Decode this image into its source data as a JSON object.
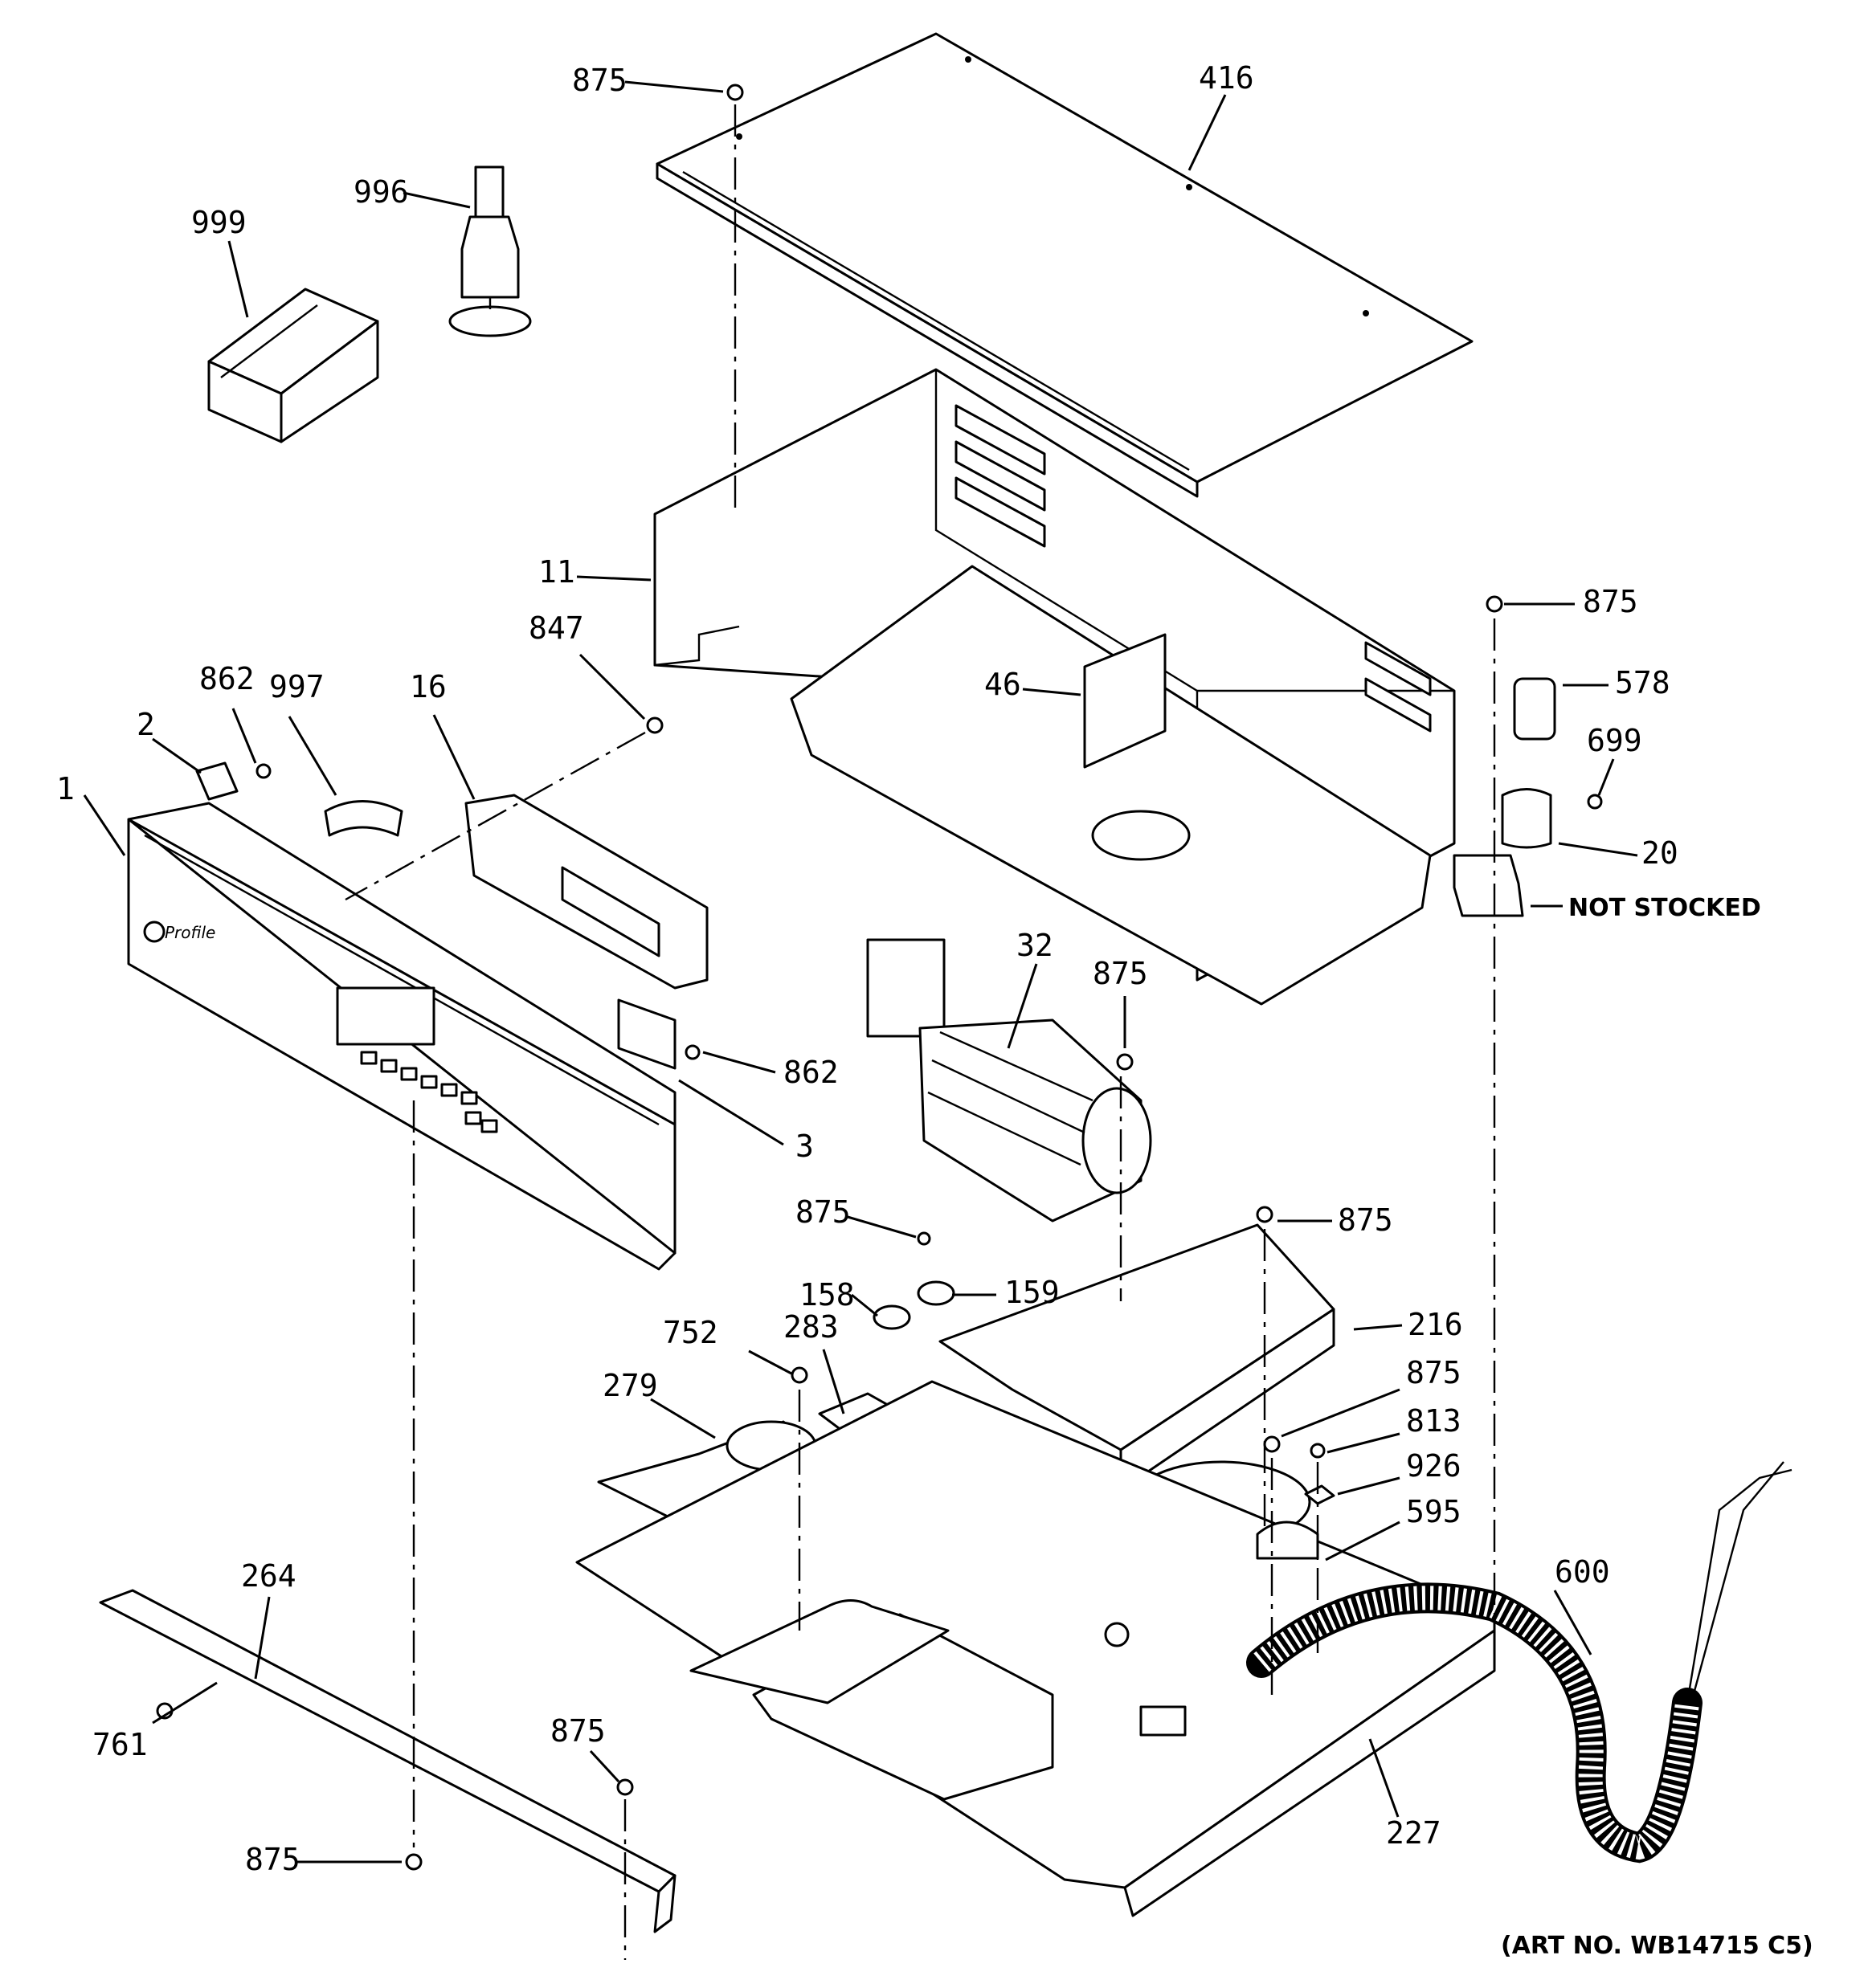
{
  "diagram": {
    "callouts": [
      {
        "id": "875",
        "text": "875"
      },
      {
        "id": "416",
        "text": "416"
      },
      {
        "id": "996",
        "text": "996"
      },
      {
        "id": "999",
        "text": "999"
      },
      {
        "id": "11",
        "text": "11"
      },
      {
        "id": "847",
        "text": "847"
      },
      {
        "id": "862",
        "text": "862"
      },
      {
        "id": "997",
        "text": "997"
      },
      {
        "id": "16",
        "text": "16"
      },
      {
        "id": "2",
        "text": "2"
      },
      {
        "id": "1",
        "text": "1"
      },
      {
        "id": "46",
        "text": "46"
      },
      {
        "id": "578",
        "text": "578"
      },
      {
        "id": "699",
        "text": "699"
      },
      {
        "id": "20",
        "text": "20"
      },
      {
        "id": "32",
        "text": "32"
      },
      {
        "id": "3",
        "text": "3"
      },
      {
        "id": "158",
        "text": "158"
      },
      {
        "id": "159",
        "text": "159"
      },
      {
        "id": "216",
        "text": "216"
      },
      {
        "id": "752",
        "text": "752"
      },
      {
        "id": "283",
        "text": "283"
      },
      {
        "id": "279",
        "text": "279"
      },
      {
        "id": "813",
        "text": "813"
      },
      {
        "id": "926",
        "text": "926"
      },
      {
        "id": "595",
        "text": "595"
      },
      {
        "id": "600",
        "text": "600"
      },
      {
        "id": "264",
        "text": "264"
      },
      {
        "id": "761",
        "text": "761"
      },
      {
        "id": "227",
        "text": "227"
      }
    ],
    "not_stocked": "NOT STOCKED",
    "art_number": "(ART NO. WB14715 C5)",
    "brand_script": "Profile"
  }
}
